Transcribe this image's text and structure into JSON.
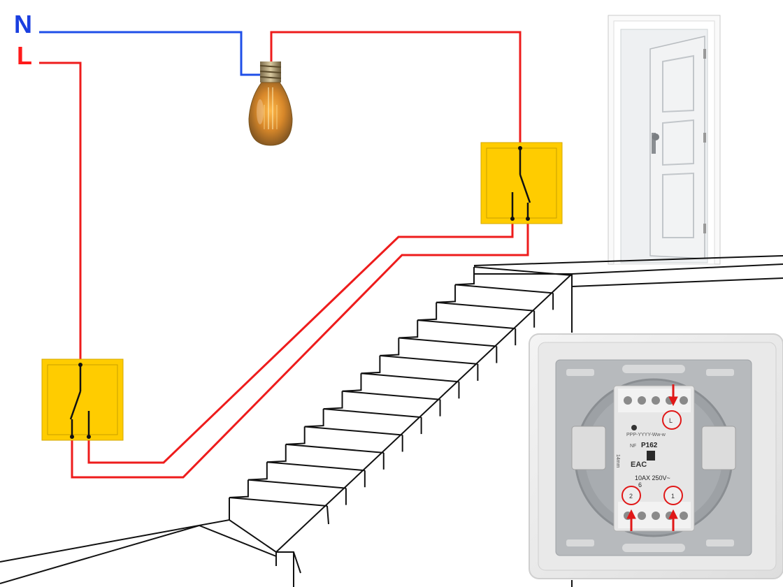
{
  "wiring": {
    "neutral_label": "N",
    "live_label": "L",
    "neutral_color": "#1f4fe8",
    "live_color": "#ee1c1c",
    "switch_color": "#ffcc00"
  },
  "switch_photo": {
    "code_text": "PPP-YYYY-Ww-w",
    "brand_mark": "NF",
    "model": "P162",
    "cert_mark": "EAC",
    "depth_text": "14mm",
    "rating": "10AX 250V~",
    "rating_sub": "6",
    "terminal_top": "L",
    "terminal_left": "2",
    "terminal_right": "1",
    "highlight_color": "#e01818"
  }
}
